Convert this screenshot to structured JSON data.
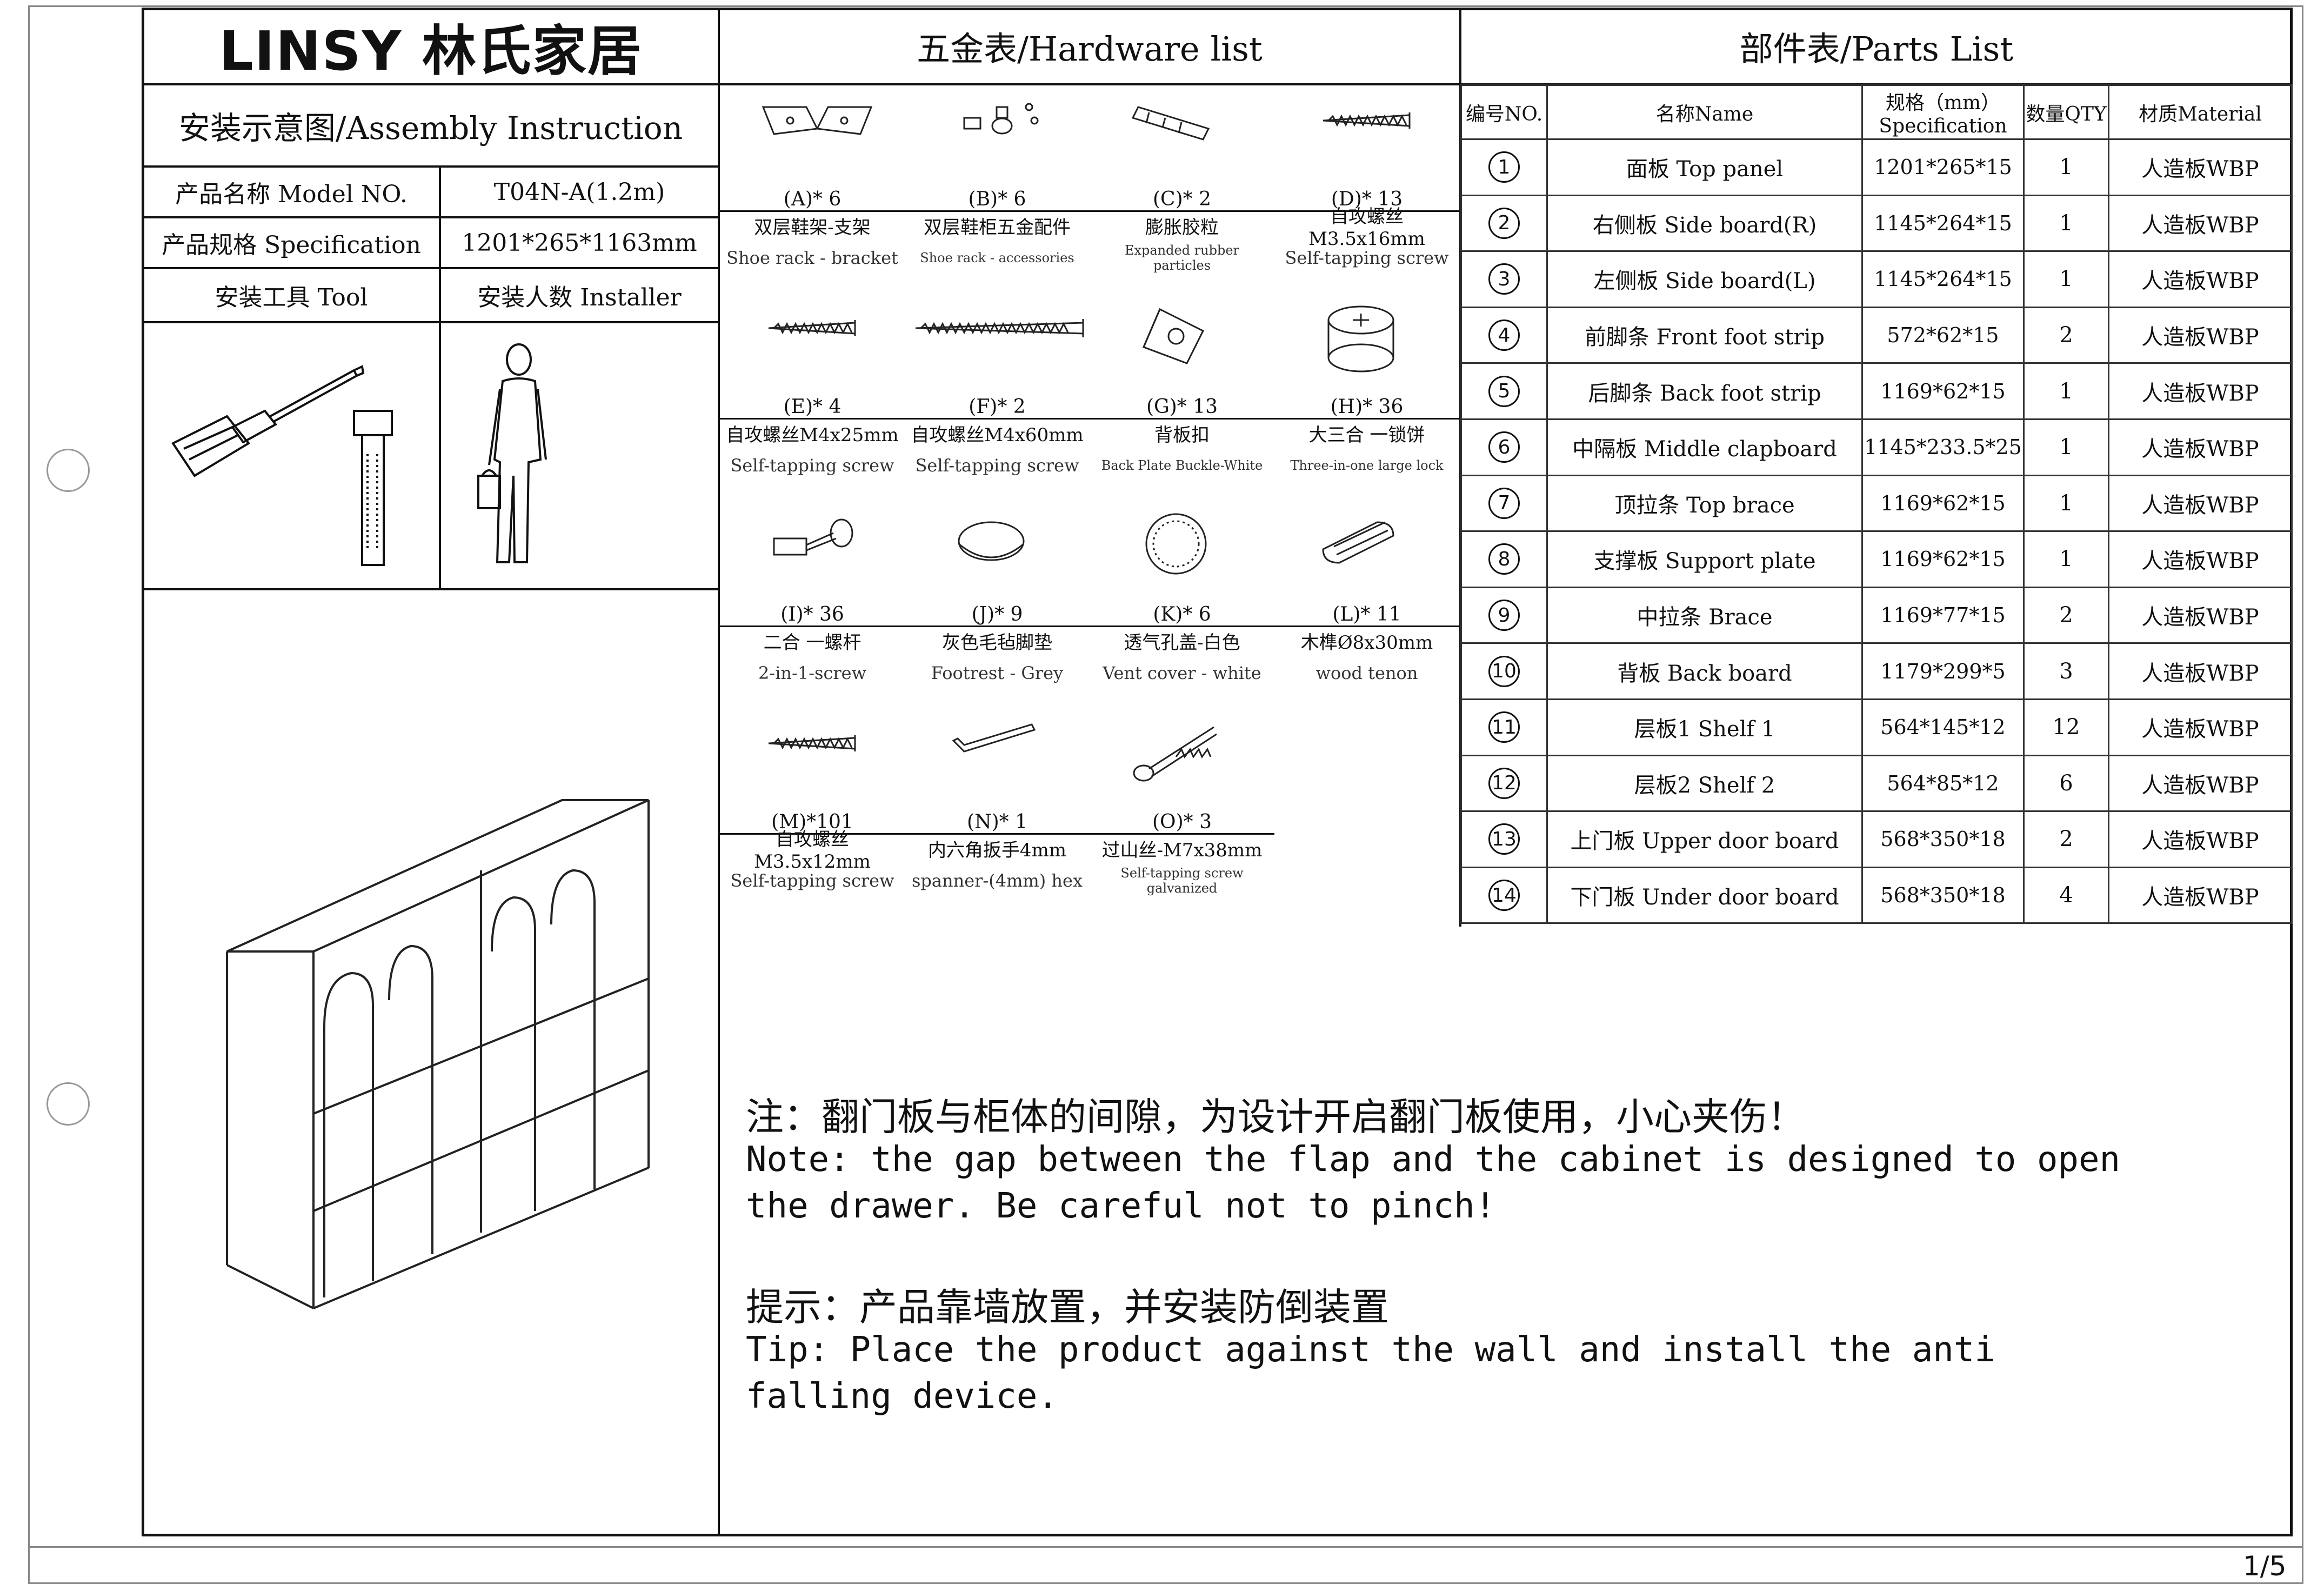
{
  "header": {
    "brand": "LINSY 林氏家居",
    "hardware_title": "五金表/Hardware list",
    "parts_title": "部件表/Parts List",
    "assembly_title": "安装示意图/Assembly Instruction"
  },
  "info": {
    "model_label": "产品名称 Model NO.",
    "model_value": "T04N-A(1.2m)",
    "spec_label": "产品规格 Specification",
    "spec_value": "1201*265*1163mm",
    "tool_label": "安装工具 Tool",
    "installer_label": "安装人数 Installer"
  },
  "hardware": [
    {
      "code": "(A)* 6",
      "cn": "双层鞋架-支架",
      "en": "Shoe rack - bracket",
      "icon": "bracket-icon"
    },
    {
      "code": "(B)* 6",
      "cn": "双层鞋柜五金配件",
      "en": "Shoe rack - accessories",
      "icon": "accessories-icon"
    },
    {
      "code": "(C)* 2",
      "cn": "膨胀胶粒",
      "en": "Expanded rubber particles",
      "icon": "rubber-particle-icon"
    },
    {
      "code": "(D)* 13",
      "cn": "自攻螺丝M3.5x16mm",
      "en": "Self-tapping screw",
      "icon": "screw-icon"
    },
    {
      "code": "(E)* 4",
      "cn": "自攻螺丝M4x25mm",
      "en": "Self-tapping screw",
      "icon": "screw-icon"
    },
    {
      "code": "(F)* 2",
      "cn": "自攻螺丝M4x60mm",
      "en": "Self-tapping screw",
      "icon": "long-screw-icon"
    },
    {
      "code": "(G)* 13",
      "cn": "背板扣",
      "en": "Back Plate Buckle-White",
      "icon": "buckle-icon"
    },
    {
      "code": "(H)* 36",
      "cn": "大三合 一锁饼",
      "en": "Three-in-one large lock",
      "icon": "cam-lock-icon"
    },
    {
      "code": "(I)* 36",
      "cn": "二合 一螺杆",
      "en": "2-in-1-screw",
      "icon": "bolt-icon"
    },
    {
      "code": "(J)* 9",
      "cn": "灰色毛毡脚垫",
      "en": "Footrest - Grey",
      "icon": "felt-pad-icon"
    },
    {
      "code": "(K)* 6",
      "cn": "透气孔盖-白色",
      "en": "Vent cover - white",
      "icon": "vent-cover-icon"
    },
    {
      "code": "(L)* 11",
      "cn": "木榫Ø8x30mm",
      "en": "wood tenon",
      "icon": "dowel-icon"
    },
    {
      "code": "(M)*101",
      "cn": "自攻螺丝M3.5x12mm",
      "en": "Self-tapping screw",
      "icon": "screw-icon"
    },
    {
      "code": "(N)* 1",
      "cn": "内六角扳手4mm",
      "en": "spanner-(4mm) hex",
      "icon": "hex-key-icon"
    },
    {
      "code": "(O)* 3",
      "cn": "过山丝-M7x38mm",
      "en": "Self-tapping screw galvanized",
      "icon": "bolt-screw-icon"
    }
  ],
  "parts_header": {
    "no": "编号NO.",
    "name": "名称Name",
    "spec": "规格（mm）Specification",
    "qty": "数量QTY",
    "mat": "材质Material"
  },
  "parts": [
    {
      "no": "1",
      "name": "面板 Top panel",
      "spec": "1201*265*15",
      "qty": "1",
      "mat": "人造板WBP"
    },
    {
      "no": "2",
      "name": "右侧板 Side board(R)",
      "spec": "1145*264*15",
      "qty": "1",
      "mat": "人造板WBP"
    },
    {
      "no": "3",
      "name": "左侧板 Side board(L)",
      "spec": "1145*264*15",
      "qty": "1",
      "mat": "人造板WBP"
    },
    {
      "no": "4",
      "name": "前脚条 Front foot strip",
      "spec": "572*62*15",
      "qty": "2",
      "mat": "人造板WBP"
    },
    {
      "no": "5",
      "name": "后脚条 Back foot strip",
      "spec": "1169*62*15",
      "qty": "1",
      "mat": "人造板WBP"
    },
    {
      "no": "6",
      "name": "中隔板 Middle clapboard",
      "spec": "1145*233.5*25",
      "qty": "1",
      "mat": "人造板WBP"
    },
    {
      "no": "7",
      "name": "顶拉条 Top brace",
      "spec": "1169*62*15",
      "qty": "1",
      "mat": "人造板WBP"
    },
    {
      "no": "8",
      "name": "支撑板 Support plate",
      "spec": "1169*62*15",
      "qty": "1",
      "mat": "人造板WBP"
    },
    {
      "no": "9",
      "name": "中拉条 Brace",
      "spec": "1169*77*15",
      "qty": "2",
      "mat": "人造板WBP"
    },
    {
      "no": "10",
      "name": "背板 Back board",
      "spec": "1179*299*5",
      "qty": "3",
      "mat": "人造板WBP"
    },
    {
      "no": "11",
      "name": "层板1 Shelf 1",
      "spec": "564*145*12",
      "qty": "12",
      "mat": "人造板WBP"
    },
    {
      "no": "12",
      "name": "层板2 Shelf 2",
      "spec": "564*85*12",
      "qty": "6",
      "mat": "人造板WBP"
    },
    {
      "no": "13",
      "name": "上门板 Upper door board",
      "spec": "568*350*18",
      "qty": "2",
      "mat": "人造板WBP"
    },
    {
      "no": "14",
      "name": "下门板 Under door board",
      "spec": "568*350*18",
      "qty": "4",
      "mat": "人造板WBP"
    }
  ],
  "notes": {
    "note_cn": "注：翻门板与柜体的间隙，为设计开启翻门板使用，小心夹伤！",
    "note_en": "Note: the gap between the flap and the cabinet is designed to open the drawer. Be careful not to pinch!",
    "tip_cn": "提示：产品靠墙放置，并安装防倒装置",
    "tip_en": "Tip: Place the product against the wall and install the anti falling device."
  },
  "page": "1/5"
}
